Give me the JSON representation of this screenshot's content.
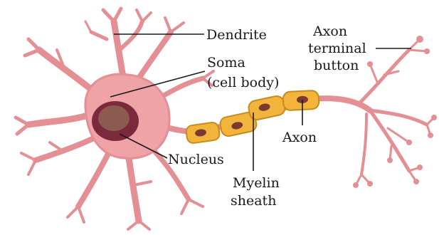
{
  "labels": {
    "dendrite": "Dendrite",
    "soma_line1": "Soma",
    "soma_line2": "(cell body)",
    "axon_terminal_line1": "Axon",
    "axon_terminal_line2": "terminal",
    "axon_terminal_line3": "button",
    "nucleus": "Nucleus",
    "axon": "Axon",
    "myelin_line1": "Myelin",
    "myelin_line2": "sheath"
  },
  "colors": {
    "cell_body": "#f0a3a6",
    "cell_outline": "#d8737a",
    "nucleus_outer": "#7a2a3a",
    "nucleus_inner": "#8c5a4e",
    "myelin_fill": "#f2b43a",
    "myelin_outline": "#c98a1c",
    "myelin_spot": "#7a3a30",
    "leader_line": "#1a1a1a"
  }
}
